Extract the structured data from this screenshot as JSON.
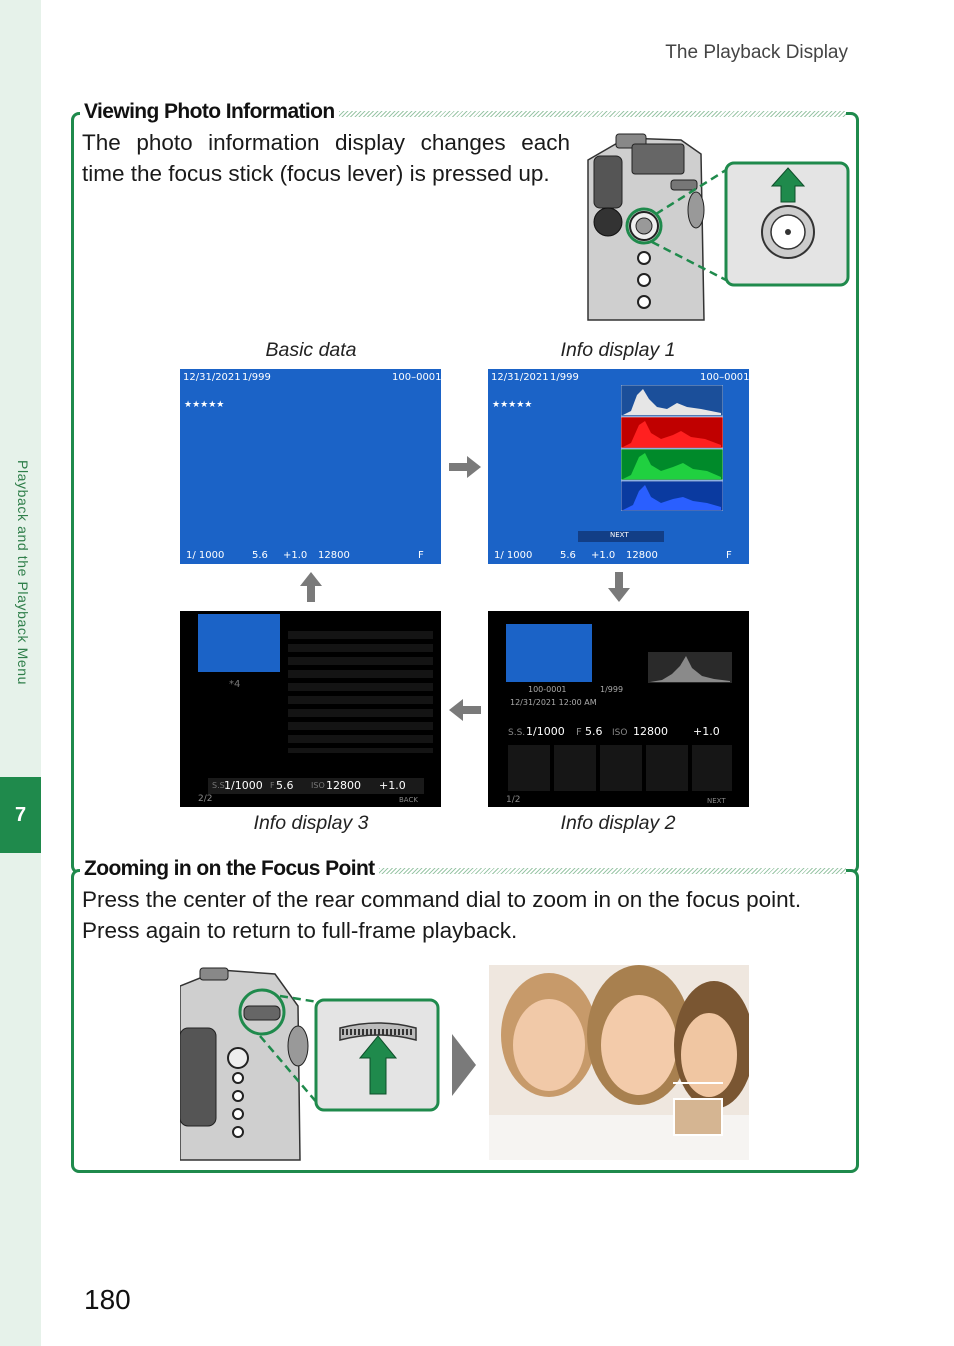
{
  "page": {
    "running_head": "The Playback Display",
    "page_number": "180",
    "side_tab": "Playback and the Playback Menu",
    "chapter": "7"
  },
  "section1": {
    "title": "Viewing Photo Information",
    "body": "The photo information display changes each time the focus stick (focus lever) is pressed up."
  },
  "captions": {
    "basic": "Basic data",
    "info1": "Info display 1",
    "info3": "Info display 3",
    "info2": "Info display 2"
  },
  "screens": {
    "date": "12/31/2021",
    "frame": "1/999",
    "file": "100–0001",
    "file2": "100-0001",
    "stars": "★★★★★",
    "shutter": "1/ 1000",
    "aperture": "5.6",
    "exposure": "+1.0",
    "iso": "12800",
    "size": "F",
    "next": "NEXT",
    "back": "BACK",
    "ss_label": "S.S.",
    "shutter2": "1/1000",
    "f_label": "F",
    "iso_label": "ISO",
    "page_2of2": "2/2",
    "page_1of2": "1/2",
    "datetime2": "12/31/2021 12:00 AM",
    "info3_marker": "*4"
  },
  "section2": {
    "title": "Zooming in on the Focus Point",
    "body": "Press the center of the rear command dial to zoom in on the focus point. Press again to return to full-frame playback."
  },
  "colors": {
    "accent_green": "#1f8a4c",
    "screen_blue": "#1b63c7"
  }
}
